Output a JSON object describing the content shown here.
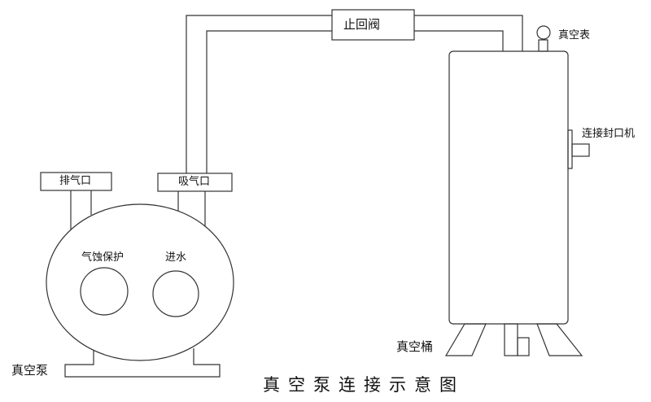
{
  "title": "真空泵连接示意图",
  "labels": {
    "check_valve": "止回阀",
    "vacuum_gauge": "真空表",
    "sealer_connection": "连接封口机",
    "exhaust_port": "排气口",
    "intake_port": "吸气口",
    "cavitation_protection": "气蚀保护",
    "water_inlet": "进水",
    "vacuum_pump": "真空泵",
    "vacuum_tank": "真空桶"
  },
  "colors": {
    "line": "#333333",
    "background": "#ffffff"
  }
}
